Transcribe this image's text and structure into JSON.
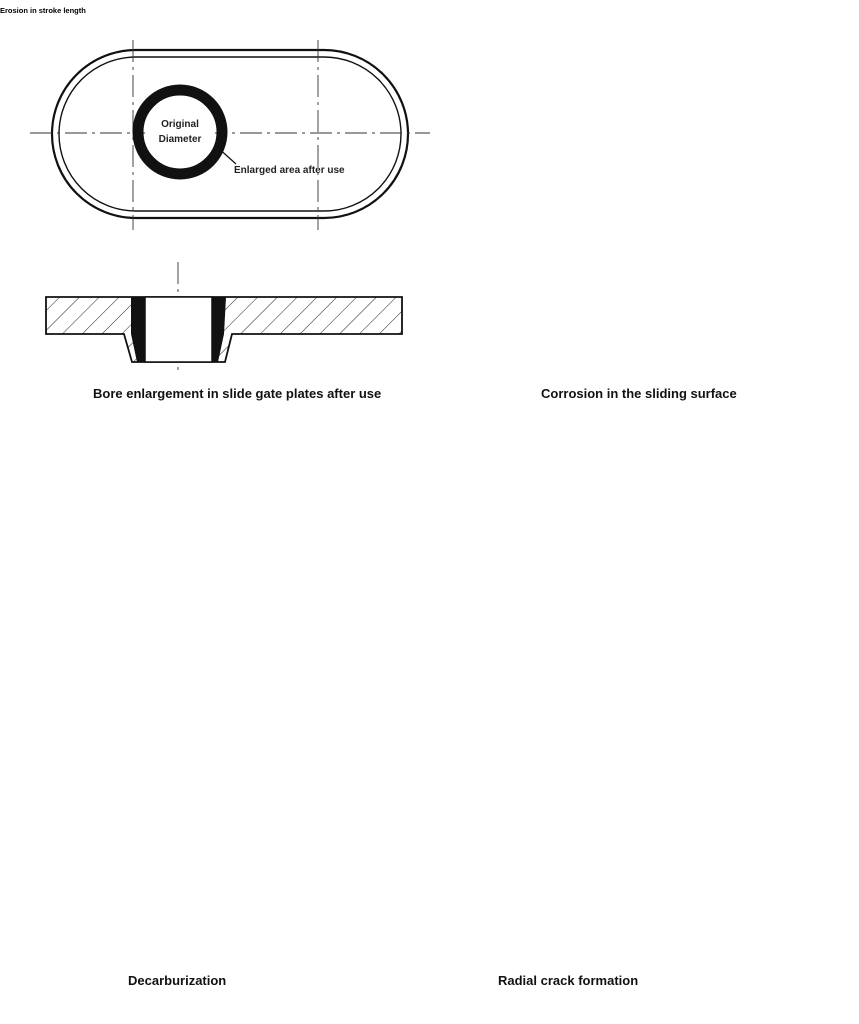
{
  "panels": [
    {
      "caption": "Bore enlargement in slide gate plates after use",
      "labels": {
        "original_diameter_line1": "Original",
        "original_diameter_line2": "Diameter",
        "enlarged_area": "Enlarged area after use"
      }
    },
    {
      "caption": "Corrosion in the sliding surface",
      "labels": {
        "erosion": "Erosion in stroke length"
      }
    },
    {
      "caption": "Decarburization"
    },
    {
      "caption": "Radial crack formation"
    }
  ]
}
